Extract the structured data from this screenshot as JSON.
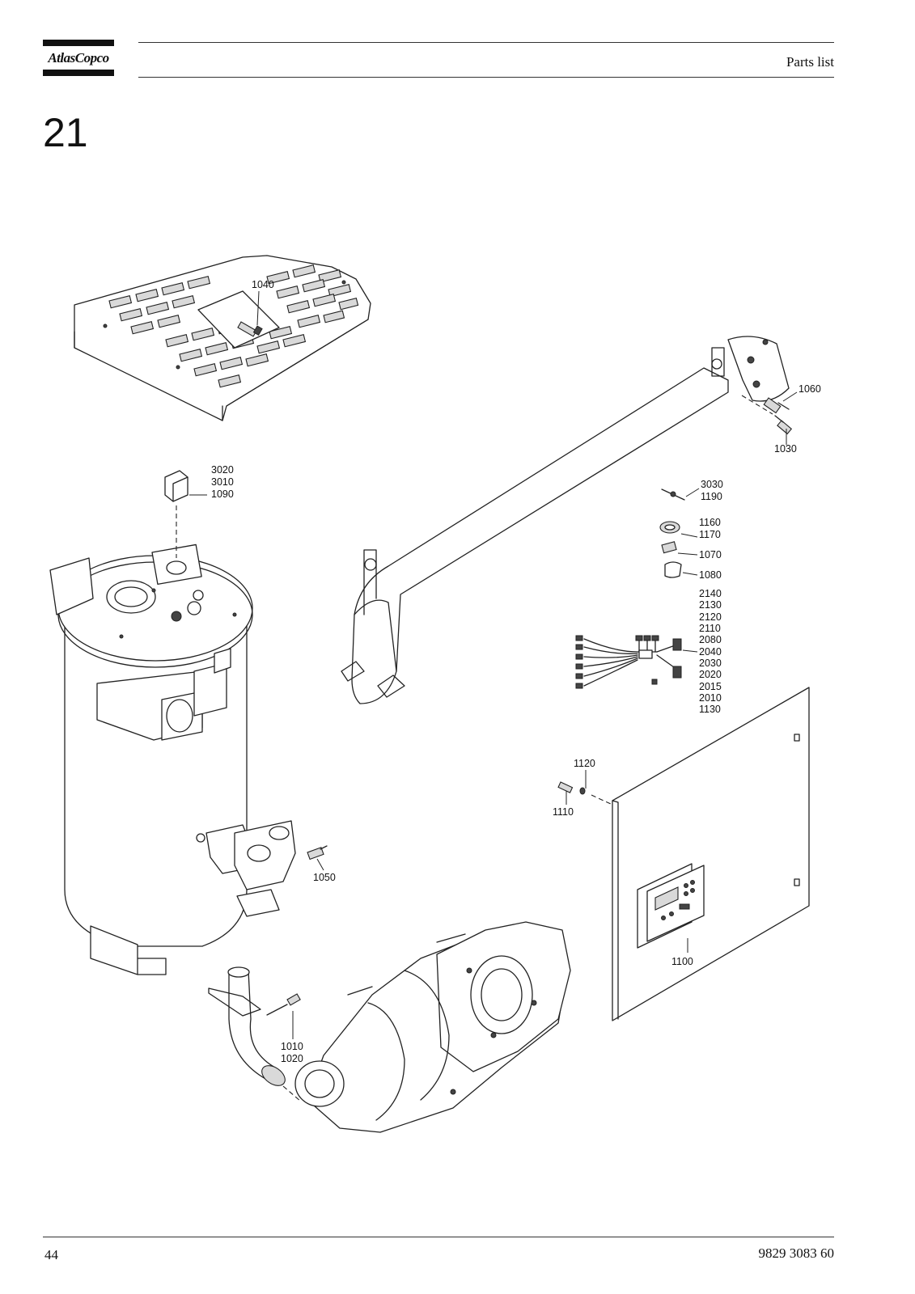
{
  "header": {
    "logo_text": "AtlasCopco",
    "document_title": "Parts list"
  },
  "section": {
    "number": "21"
  },
  "drawing": {
    "callouts": {
      "c1040": "1040",
      "c1060": "1060",
      "c1030": "1030",
      "c3020": "3020",
      "c3010": "3010",
      "c1090": "1090",
      "c3030": "3030",
      "c1190": "1190",
      "c1160": "1160",
      "c1170": "1170",
      "c1070": "1070",
      "c1080": "1080",
      "c2140": "2140",
      "c2130": "2130",
      "c2120": "2120",
      "c2110": "2110",
      "c2080": "2080",
      "c2040": "2040",
      "c2030": "2030",
      "c2020": "2020",
      "c2015": "2015",
      "c2010": "2010",
      "c1130": "1130",
      "c1120": "1120",
      "c1110": "1110",
      "c1050": "1050",
      "c1100": "1100",
      "c1010": "1010",
      "c1020": "1020"
    }
  },
  "footer": {
    "page_number": "44",
    "document_number": "9829 3083 60"
  }
}
